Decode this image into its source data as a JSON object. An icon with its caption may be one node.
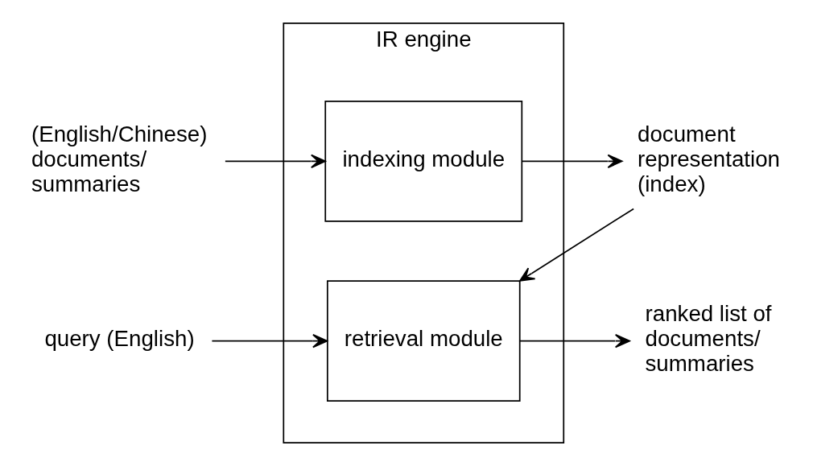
{
  "diagram": {
    "nodes": [
      {
        "text": [
          "IR engine"
        ]
      },
      {
        "text": [
          "indexing module"
        ],
        "in": 0
      },
      {
        "text": [
          "retrieval module"
        ],
        "in": 0
      },
      {
        "text": [
          "(English/Chinese) documents/ summaries"
        ]
      },
      {
        "text": [
          "query (English)"
        ]
      },
      {
        "text": [
          "document representation (index)"
        ]
      },
      {
        "text": [
          "ranked list of documents/ summaries"
        ]
      }
    ],
    "edges": [
      {
        "from": 3,
        "to": 1,
        "arrow": "to"
      },
      {
        "from": 1,
        "to": 5,
        "arrow": "to"
      },
      {
        "from": 5,
        "to": 2,
        "arrow": "to"
      },
      {
        "from": 4,
        "to": 2,
        "arrow": "to"
      },
      {
        "from": 2,
        "to": 6,
        "arrow": "to"
      }
    ]
  }
}
